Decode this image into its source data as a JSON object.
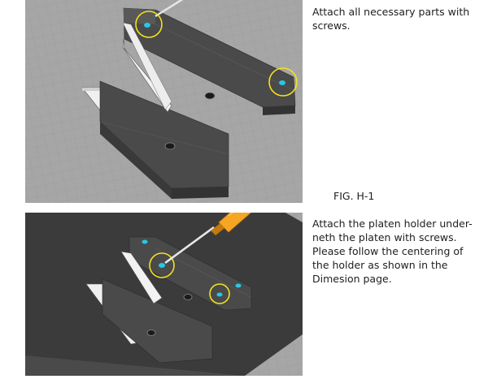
{
  "captions": {
    "top": "Attach all necessary parts with screws.",
    "figure_label": "FIG. H-1",
    "bottom": "Attach the platen holder under-neth the platen with screws. Please follow the centering of the holder as shown in the Dimesion page."
  },
  "colors": {
    "grid_background": "#a6a6a6",
    "platen_dark": "#3b3b3b",
    "part_face": "#4a4a4a",
    "part_side": "#ececec",
    "highlight_ring": "#f3e21a",
    "screw_head": "#27c8e3",
    "screwdriver_handle": "#f5a623"
  },
  "icons": {
    "screw": "screw-icon",
    "screwdriver": "screwdriver-icon",
    "highlight": "highlight-circle-icon"
  }
}
